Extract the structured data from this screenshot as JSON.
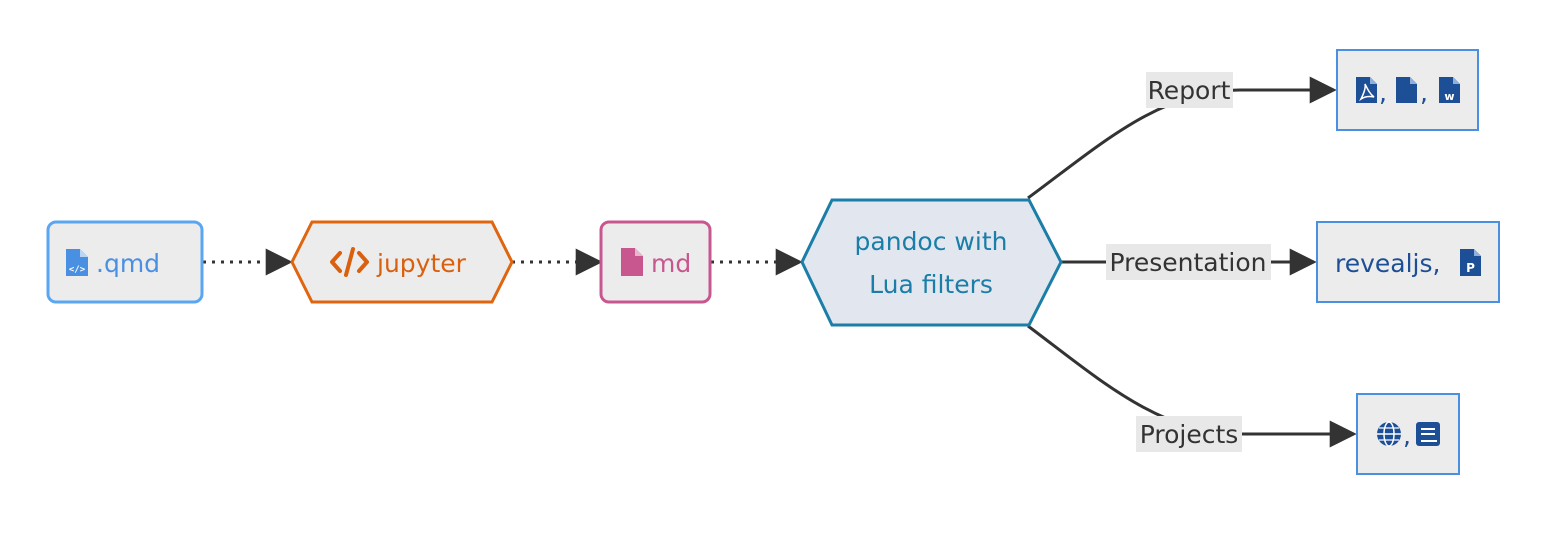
{
  "nodes": {
    "qmd": {
      "label": ".qmd",
      "icon": "file-code-icon",
      "color": "#4a90e2"
    },
    "jupyter": {
      "label": "jupyter",
      "icon": "code-icon",
      "color": "#d9600f"
    },
    "md": {
      "label": "md",
      "icon": "file-icon",
      "color": "#c9578f"
    },
    "pandoc": {
      "line1": "pandoc with",
      "line2": "Lua filters",
      "color": "#1a7ea8"
    },
    "report": {
      "icons": [
        "file-pdf-icon",
        "file-icon",
        "file-word-icon"
      ],
      "sep1": ",",
      "sep2": ",",
      "color": "#1c4f96"
    },
    "presentation": {
      "label": "revealjs,",
      "icon": "file-powerpoint-icon",
      "color": "#1c4f96"
    },
    "projects": {
      "icons": [
        "globe-icon",
        "book-icon"
      ],
      "sep": ",",
      "color": "#1c4f96"
    }
  },
  "edges": {
    "report": "Report",
    "presentation": "Presentation",
    "projects": "Projects"
  }
}
